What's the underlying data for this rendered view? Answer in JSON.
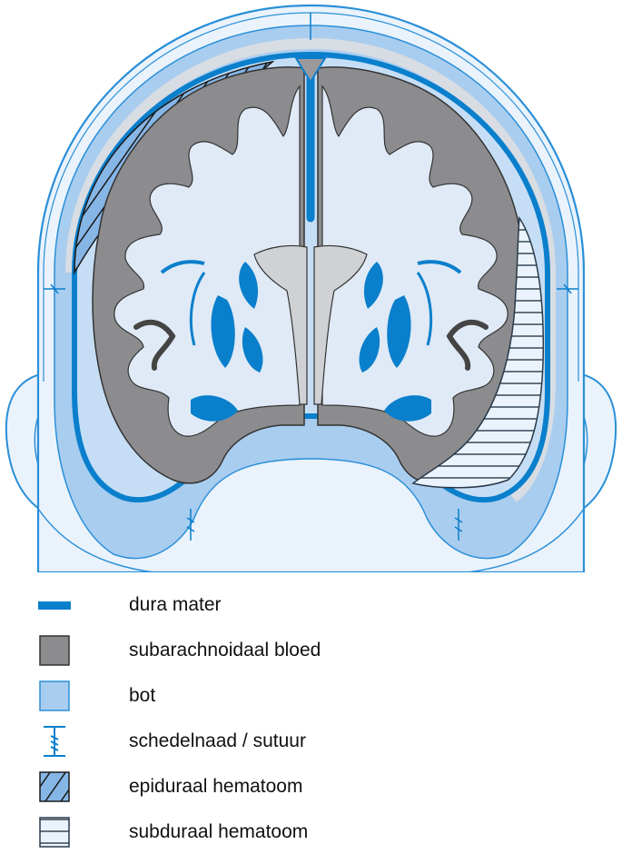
{
  "colors": {
    "dura": "#0a7fcc",
    "bone": "#a9cdef",
    "skin": "#eaf3fc",
    "skin_outline": "#2a8fd8",
    "gray_matter": "#8c8c8f",
    "white_matter": "#dfeaf6",
    "ventricle": "#cfd1d4",
    "bleed": "#9a9a9c",
    "hatch_bg": "#86b6e6",
    "hatch_line": "#1a1a1a"
  },
  "legend": [
    {
      "key": "dura",
      "swatch": "dura-bar",
      "label": "dura mater"
    },
    {
      "key": "sub",
      "swatch": "gray-square",
      "label": "subarachnoidaal bloed"
    },
    {
      "key": "bone",
      "swatch": "blue-square",
      "label": "bot"
    },
    {
      "key": "suture",
      "swatch": "suture-mark",
      "label": "schedelnaad / sutuur"
    },
    {
      "key": "epi",
      "swatch": "diagonal-hatch",
      "label": "epiduraal hematoom"
    },
    {
      "key": "subd",
      "swatch": "horizontal-hatch",
      "label": "subduraal hematoom"
    }
  ]
}
